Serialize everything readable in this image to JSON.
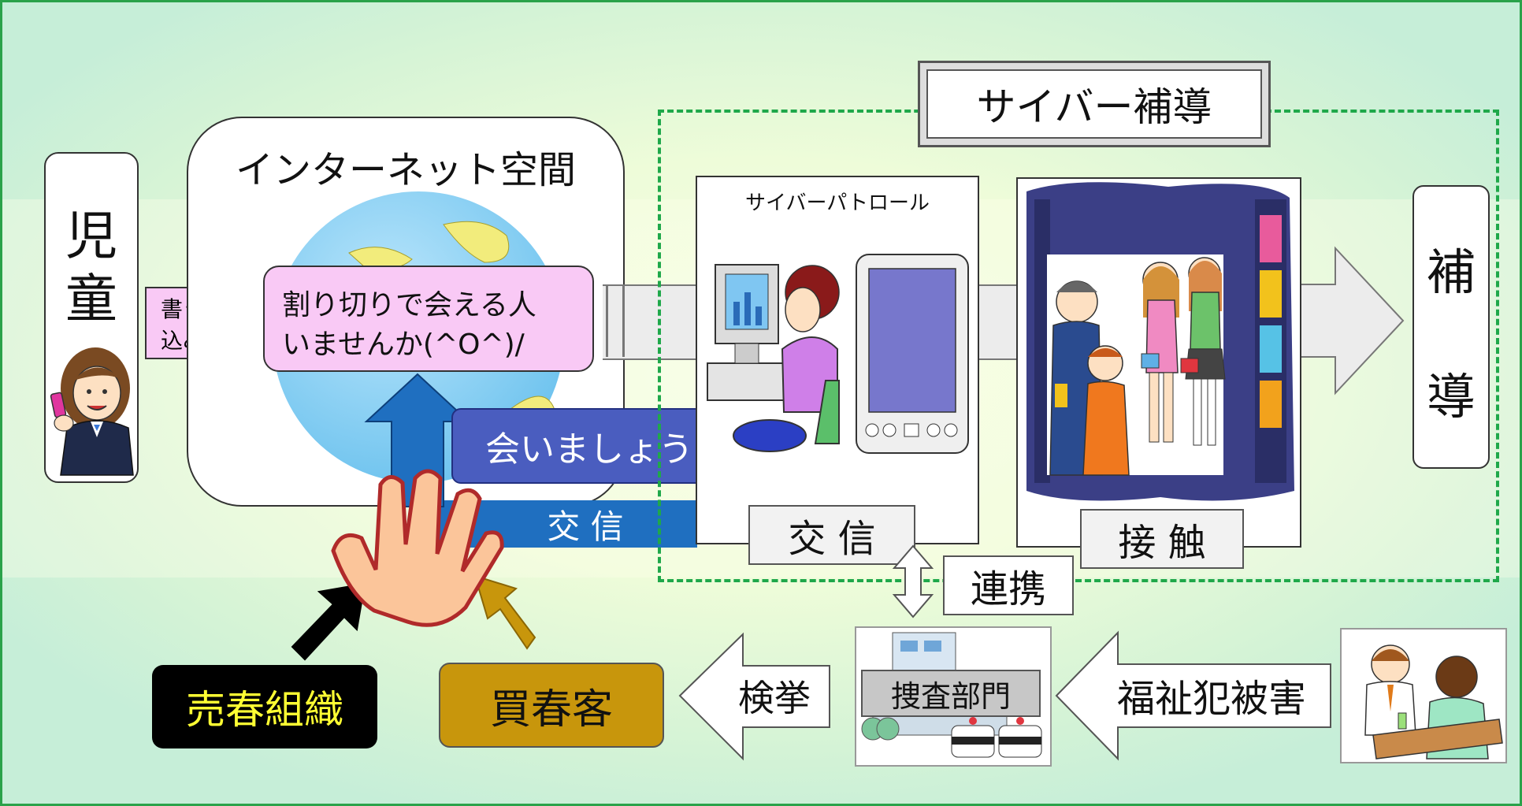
{
  "child": {
    "line1": "児",
    "line2": "童"
  },
  "write_label": {
    "line1": "書き",
    "line2": "込み"
  },
  "internet": {
    "title": "インターネット空間",
    "post_line1": "割り切りで会える人",
    "post_line2": "いませんか(^O^)/",
    "reply": "会いましょう"
  },
  "correspond_blue": "交 信",
  "cyber_guidance": "サイバー補導",
  "patrol": {
    "title": "サイバーパトロール"
  },
  "correspond_box": "交 信",
  "contact_box": "接 触",
  "guidance_right": {
    "line1": "補",
    "line2": "導"
  },
  "cooperation": "連携",
  "investigation": "捜査部門",
  "arrest": "検挙",
  "welfare_crime": "福祉犯被害",
  "prostitution_org": "売春組織",
  "customer": "買春客",
  "colors": {
    "green_border": "#2aa24a",
    "reply_blue": "#4a5dbf",
    "correspond_blue": "#1f6fc0",
    "post_pink": "#f9c9f5",
    "org_black": "#000000",
    "org_text_yellow": "#ffff33",
    "customer_gold": "#c8960c"
  }
}
